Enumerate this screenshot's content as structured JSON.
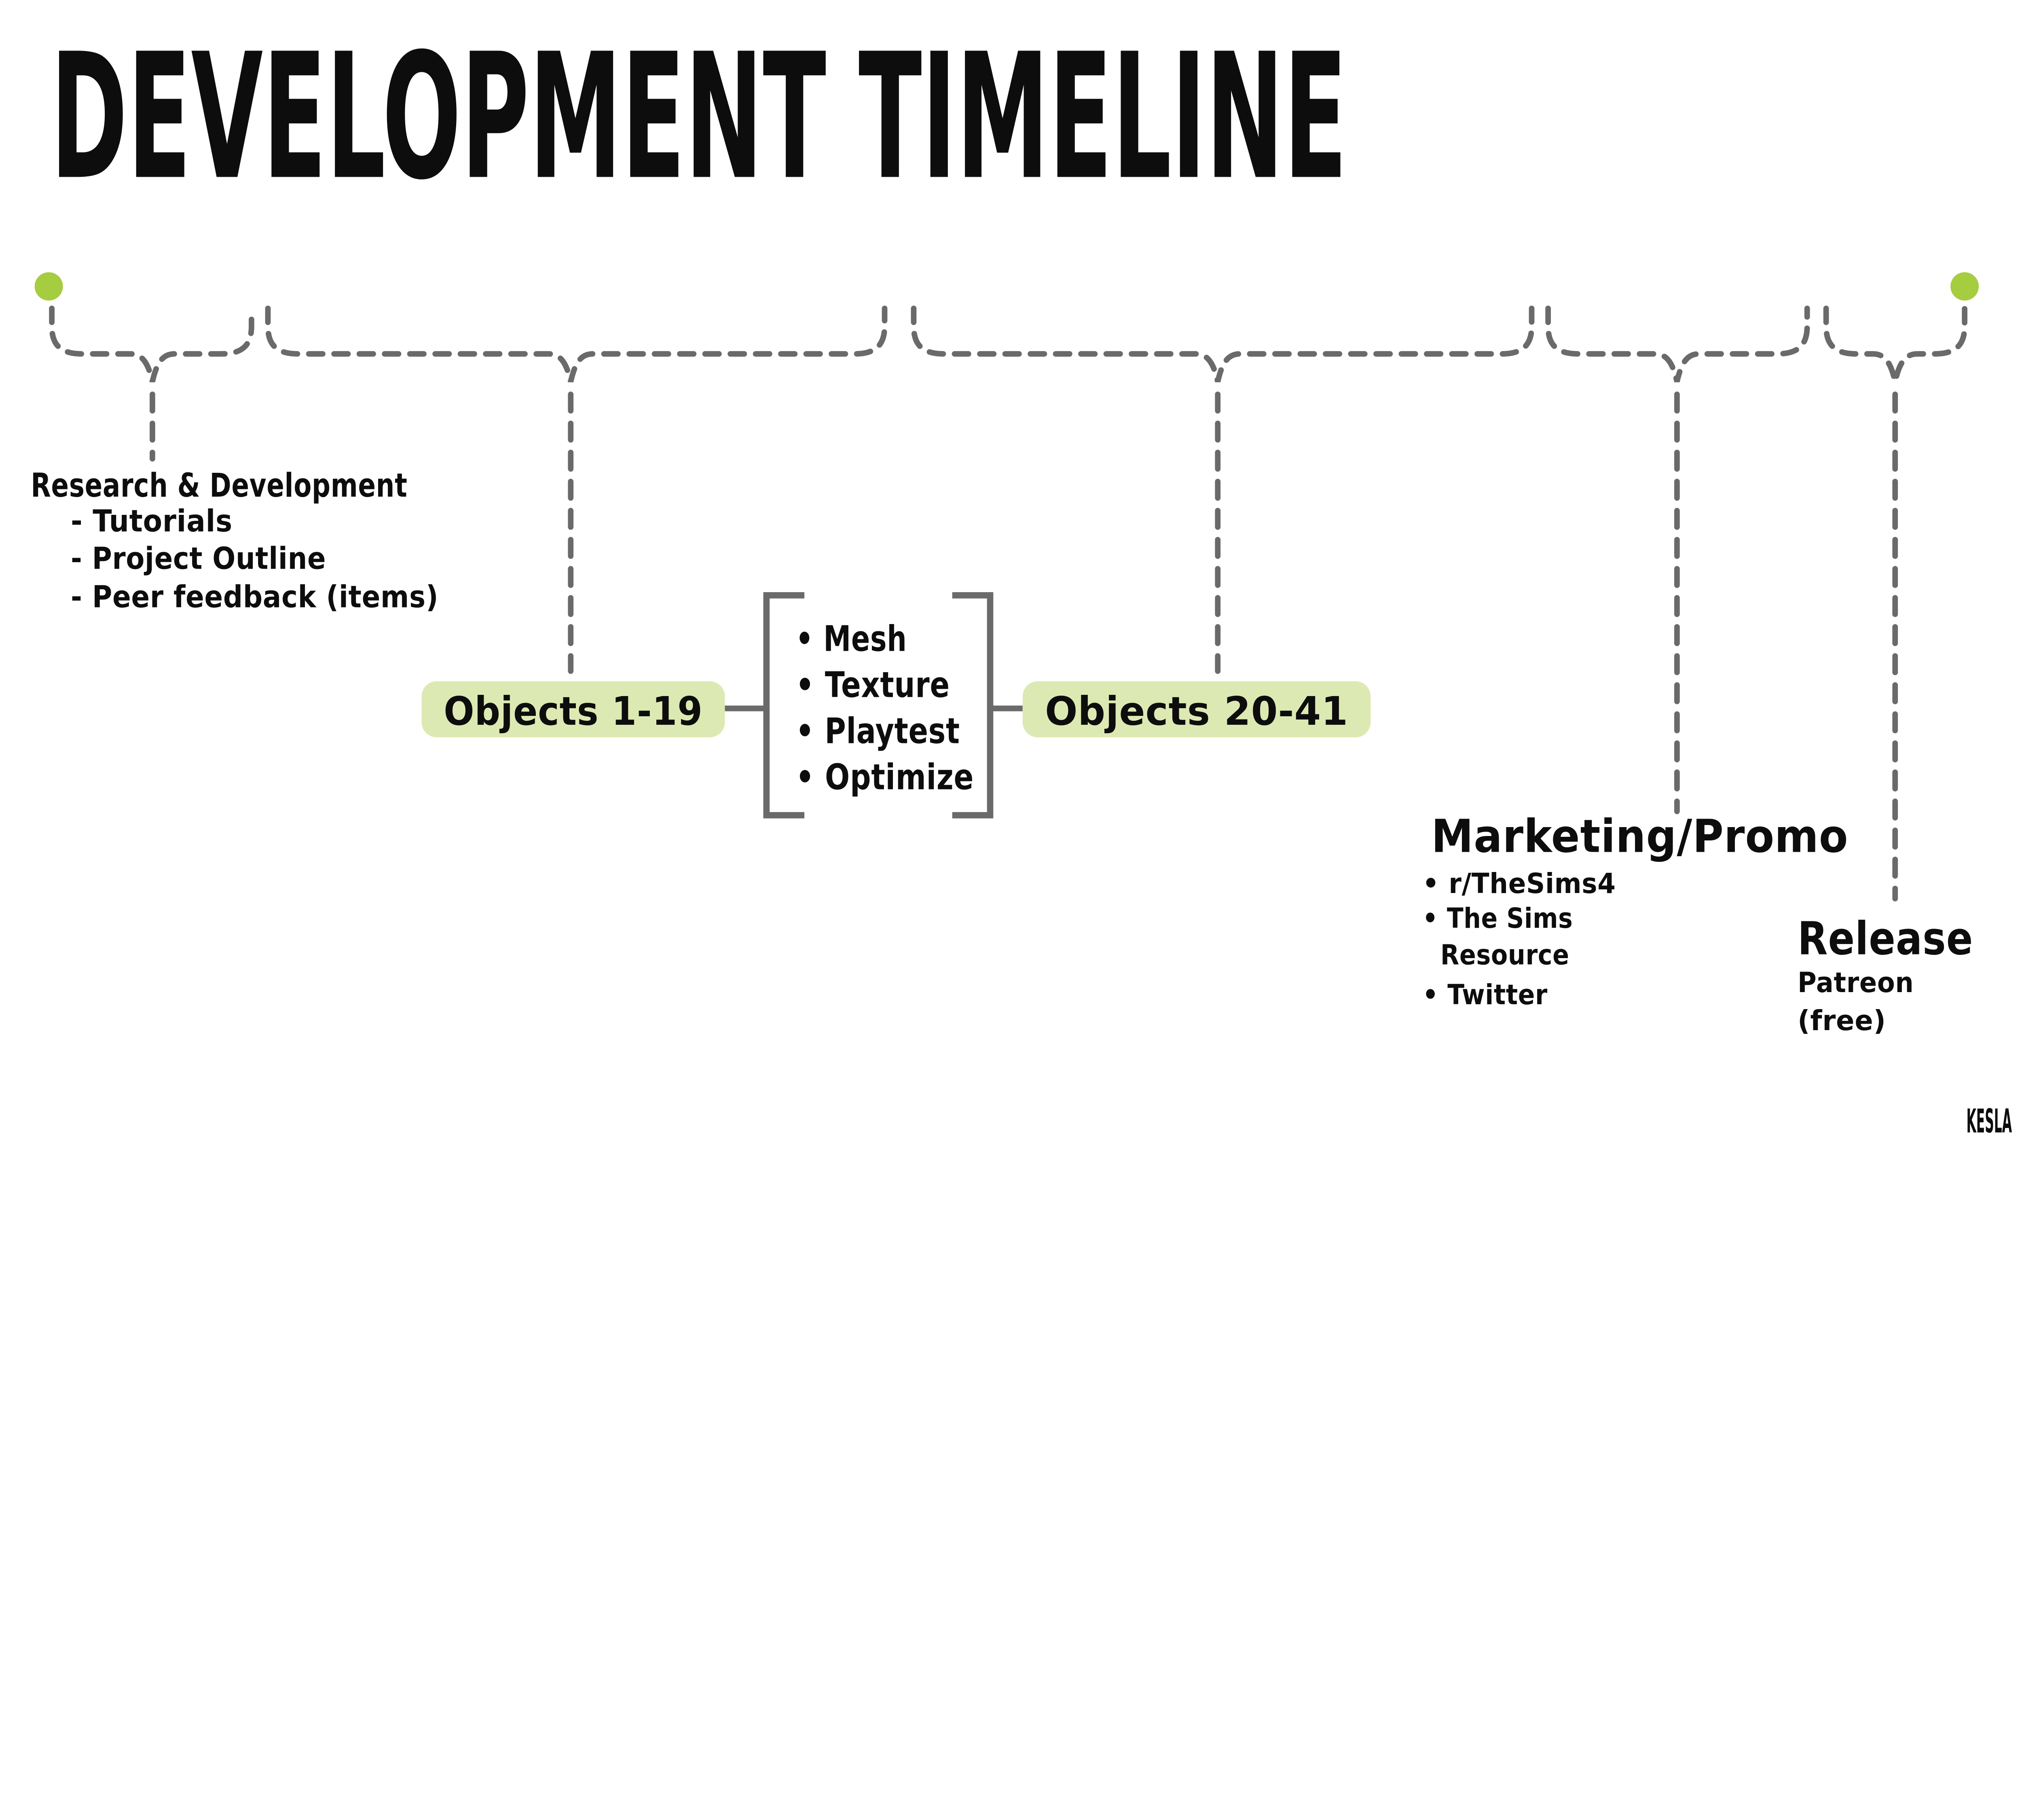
{
  "slide": {
    "title": "DEVELOPMENT TIMELINE"
  },
  "research": {
    "heading": "Research & Development",
    "items": [
      "- Tutorials",
      "- Project Outline",
      "- Peer feedback (items)"
    ]
  },
  "objects_first": {
    "label": "Objects 1-19"
  },
  "object_tasks": {
    "items": [
      "• Mesh",
      "• Texture",
      "• Playtest",
      "• Optimize"
    ]
  },
  "objects_second": {
    "label": "Objects 20-41"
  },
  "marketing": {
    "heading": "Marketing/Promo",
    "items": [
      "• r/TheSims4",
      "• The Sims",
      "Resource",
      "• Twitter"
    ]
  },
  "release": {
    "heading": "Release",
    "lines": [
      "Patreon",
      "(free)"
    ]
  },
  "watermark": {
    "text": "KESLA"
  },
  "colors": {
    "timeline_start": "#2ca153",
    "timeline_mid": "#8bc44b",
    "timeline_end": "#b2d23a",
    "dot": "#a6cc40",
    "pill_bg": "#dde9b3",
    "dashed": "#6a6a6a",
    "bracket": "#6a6a6a",
    "watermark": "#b5b5b5"
  }
}
